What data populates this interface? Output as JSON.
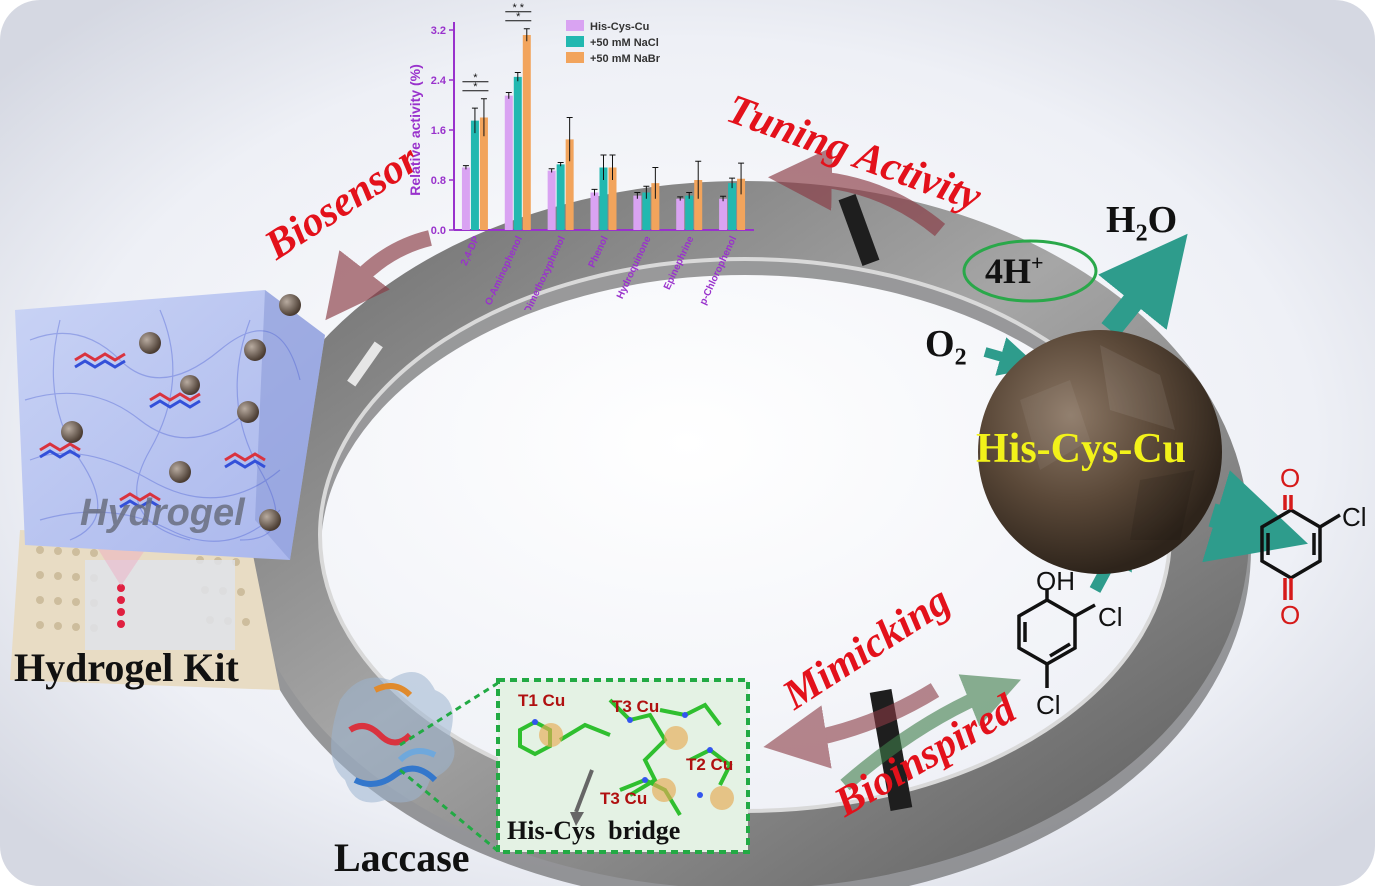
{
  "labels": {
    "tuning_activity": "Tuning Activity",
    "biosensor": "Biosensor",
    "mimicking": "Mimicking",
    "bioinspired": "Bioinspired",
    "hydrogel": "Hydrogel",
    "hydrogel_kit": "Hydrogel Kit",
    "laccase": "Laccase",
    "nanozyme": "His-Cys-Cu",
    "protons": "4H",
    "protons_charge": "+",
    "water_h": "H",
    "water_sub": "2",
    "water_o": "O",
    "oxygen_o": "O",
    "oxygen_sub": "2",
    "substrate_oh": "OH",
    "substrate_cl_top": "Cl",
    "substrate_cl_bottom": "Cl",
    "product_cl": "Cl",
    "product_o_top": "O",
    "product_o_bottom": "O",
    "t1_cu": "T1 Cu",
    "t3_cu_top": "T3 Cu",
    "t2_cu": "T2 Cu",
    "t3_cu_bottom": "T3 Cu",
    "bridge": "His-Cys  bridge"
  },
  "colors": {
    "label_red": "#e3111b",
    "ring_gray": "#8a8a8a",
    "arrow_teal": "#2e9c8c",
    "sphere_brown": "#5a4838",
    "nanozyme_text": "#f2f21a",
    "ellipse_green": "#2aa84a",
    "chart_purple": "#9932cc",
    "series_1": "#d9a3f2",
    "series_2": "#22b8b0",
    "series_3": "#f2a45c"
  },
  "chart_data": {
    "type": "bar",
    "ylabel": "Relative activity (%)",
    "ylim": [
      0,
      3.2
    ],
    "yticks": [
      0.0,
      0.8,
      1.6,
      2.4,
      3.2
    ],
    "categories": [
      "2,4-DP",
      "O-Aminophenol",
      "2,6-Dimethoxyphenol",
      "Phenol",
      "Hydroquinone",
      "Epinephrine",
      "p-Chlorophenol"
    ],
    "series": [
      {
        "name": "His-Cys-Cu",
        "values": [
          1.0,
          2.15,
          0.95,
          0.6,
          0.55,
          0.5,
          0.5
        ],
        "errors": [
          0.03,
          0.05,
          0.03,
          0.05,
          0.05,
          0.03,
          0.04
        ]
      },
      {
        "name": "+50 mM NaCl",
        "values": [
          1.75,
          2.45,
          1.05,
          1.0,
          0.6,
          0.55,
          0.75
        ],
        "errors": [
          0.2,
          0.07,
          0.03,
          0.2,
          0.1,
          0.05,
          0.08
        ]
      },
      {
        "name": "+50 mM NaBr",
        "values": [
          1.8,
          3.12,
          1.45,
          1.0,
          0.75,
          0.8,
          0.82
        ],
        "errors": [
          0.3,
          0.1,
          0.35,
          0.2,
          0.25,
          0.3,
          0.25
        ]
      }
    ],
    "significance": [
      {
        "category_index": 0,
        "text": "*"
      },
      {
        "category_index": 0,
        "text": "*"
      },
      {
        "category_index": 1,
        "text": "*"
      },
      {
        "category_index": 1,
        "text": "* *"
      }
    ],
    "legend": "top-right"
  }
}
